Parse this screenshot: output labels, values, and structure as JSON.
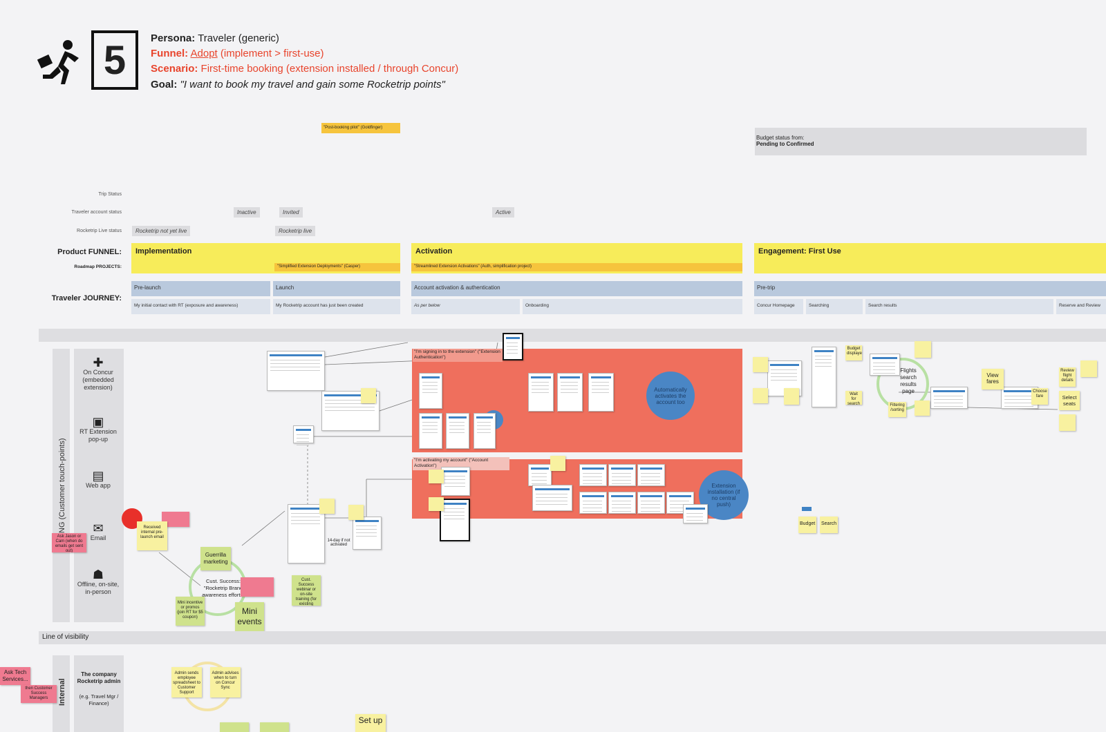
{
  "header": {
    "number": "5",
    "persona_label": "Persona:",
    "persona_value": "Traveler (generic)",
    "funnel_label": "Funnel:",
    "funnel_link": "Adopt",
    "funnel_rest": "(implement > first-use)",
    "scenario_label": "Scenario:",
    "scenario_value": "First-time booking (extension installed / through Concur)",
    "goal_label": "Goal:",
    "goal_value": "\"I want to book my travel and gain some Rocketrip points\""
  },
  "top_tags": {
    "pilot": "\"Post-booking pilot\" (Goldfinger)",
    "budget_line1": "Budget status from:",
    "budget_line2": "Pending to Confirmed"
  },
  "status_rows": {
    "trip_status": "Trip Status",
    "account_status": "Traveler account status",
    "live_status": "Rocketrip Live status",
    "chips": {
      "inactive": "Inactive",
      "invited": "Invited",
      "active": "Active",
      "not_live": "Rocketrip not yet live",
      "live": "Rocketrip live"
    }
  },
  "funnel": {
    "row_label": "Product FUNNEL:",
    "projects_label": "Roadmap PROJECTS:",
    "stages": [
      "Implementation",
      "Activation",
      "Engagement: First Use"
    ],
    "projects": [
      "\"Simplified Extension Deployments\" (Casper)",
      "\"Streamlined Extension Activations\" (Auth, simplification project)"
    ]
  },
  "journey": {
    "row_label": "Traveler JOURNEY:",
    "phases": [
      "Pre-launch",
      "Launch",
      "Account activation & authentication",
      "Pre-trip"
    ],
    "steps": [
      "My initial contact with RT (exposure and awareness)",
      "My Rocketrip account has just been created",
      "As per below",
      "Onboarding",
      "Concur Homepage",
      "Searching",
      "Search results",
      "Reserve and Review"
    ]
  },
  "touchpoints": {
    "section_label": "ING (Customer touch-points)",
    "items": [
      {
        "icon": "puzzle-icon",
        "label": "On Concur (embedded extension)"
      },
      {
        "icon": "popup-icon",
        "label": "RT Extension pop-up"
      },
      {
        "icon": "webapp-icon",
        "label": "Web app"
      },
      {
        "icon": "email-icon",
        "label": "Email"
      },
      {
        "icon": "people-icon",
        "label": "Offline, on-site, in-person"
      }
    ]
  },
  "panels": {
    "auth_title": "\"I'm signing in to the extension\" (\"Extension Authentication\")",
    "activation_title": "\"I'm activating my account\" (\"Account Activation\")",
    "auto_activate": "Automatically activates the account too",
    "ext_install": "Extension installation (if no central push)"
  },
  "stickies": {
    "received_email": "Received internal pre-launch email",
    "guerrilla": "Guerrilla marketing",
    "cust_success": "Cust. Success: \"Rocketrip Brand awareness efforts\"",
    "mini_events": "Mini events",
    "mini_incentive": "Mini incentive or promos (join RT for $5 coupon)",
    "webinar": "Cust. Success webinar or on-site training (for existing employees)",
    "fourteen_day": "14-day if not activated",
    "ask_jason": "Ask Jason or Cam (when do emails get sent out)",
    "flights_search": "Flights search results page",
    "view_fares": "View fares",
    "choose_fare": "Choose fare",
    "select_seats": "Select seats",
    "review_flight": "Review flight details",
    "filtering": "Filtering /sorting",
    "budget": "Budget",
    "search": "Search",
    "budget_displayed": "Budget displayed",
    "wait_for_search": "Wait for search results"
  },
  "visibility": {
    "line_label": "Line of visibility",
    "internal_label": "Internal",
    "admin_label": "The company Rocketrip admin",
    "admin_sub": "(e.g. Travel Mgr / Finance)",
    "ask_tech": "Ask Tech Services...",
    "customer_success": "then Customer Success Managers",
    "admin_sends": "Admin sends employee spreadsheet to Customer Support",
    "admin_advises": "Admin advises when to turn on Concur Sync",
    "setup": "Set up"
  },
  "colors": {
    "funnel_yellow": "#f7ec5a",
    "project_orange": "#f6c43d",
    "phase_blue": "#b9c9dd",
    "panel_red": "#ef6f5d",
    "accent_red": "#e8442c",
    "circle_blue": "#4a86c5"
  }
}
